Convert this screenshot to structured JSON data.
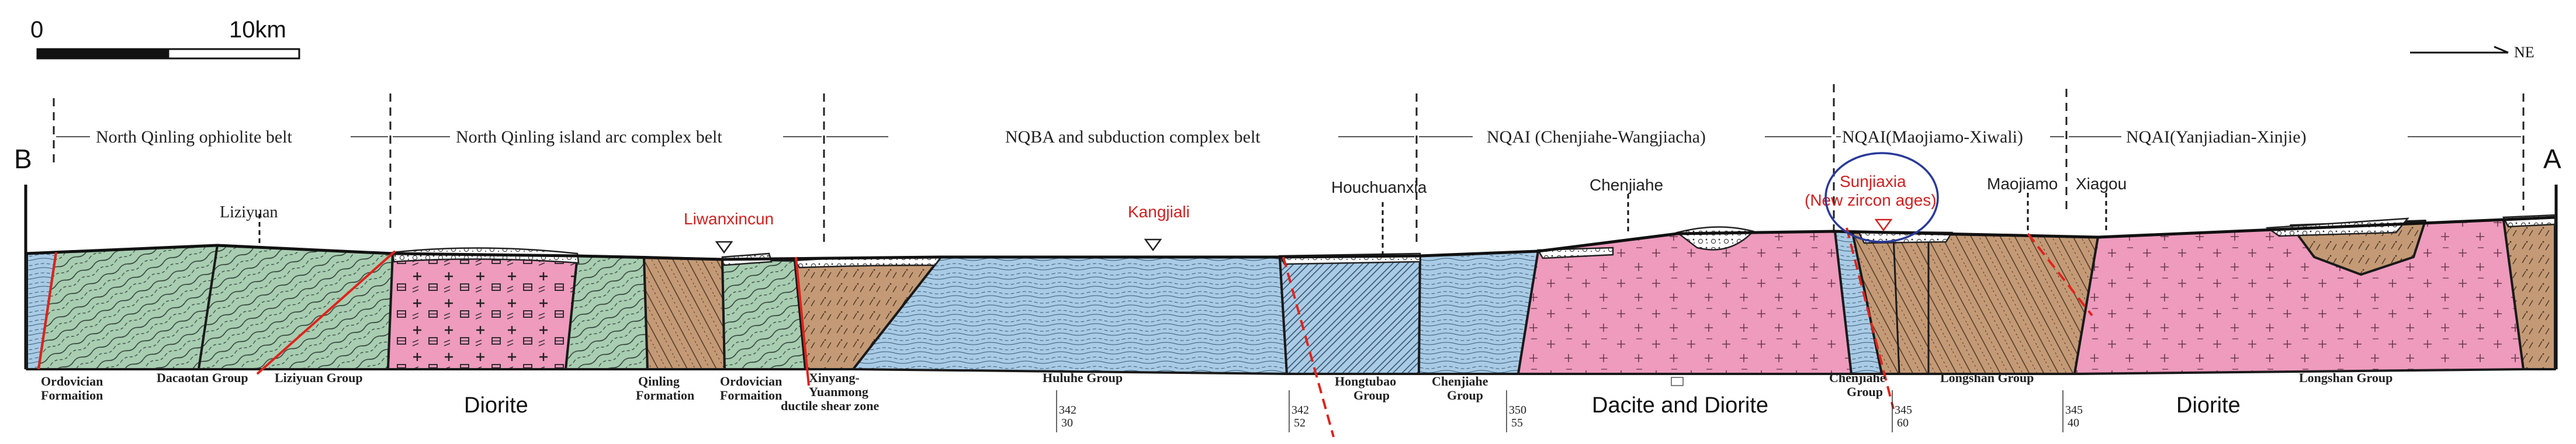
{
  "scale_bar": {
    "start": "0",
    "end": "10km"
  },
  "direction": {
    "label": "NE"
  },
  "ends": {
    "left": "B",
    "right": "A"
  },
  "belts": [
    "North Qinling ophiolite belt",
    "North Qinling island arc complex belt",
    "NQBA and subduction complex belt",
    "NQAI (Chenjiahe-Wangjiacha)",
    "NQAI(Maojiamo-Xiwali)",
    "NQAI(Yanjiadian-Xinjie)"
  ],
  "places": {
    "liziyuan": "Liziyuan",
    "liwanxincun": "Liwanxincun",
    "kangjiali": "Kangjiali",
    "houchuanxia": "Houchuanxia",
    "chenjiahe": "Chenjiahe",
    "sunjiaxia": "Sunjiaxia",
    "sunjiaxia_note": "(New zircon ages)",
    "maojiamo": "Maojiamo",
    "xiagou": "Xiagou"
  },
  "units": {
    "ordovician_left_1": "Ordovician",
    "ordovician_left_2": "Formaition",
    "dacaotan": "Dacaotan Group",
    "liziyuan_group": "Liziyuan Group",
    "qinling_1": "Qinling",
    "qinling_2": "Formation",
    "ordovician_mid_1": "Ordovician",
    "ordovician_mid_2": "Formaition",
    "xinyang_1": "Xinyang-",
    "xinyang_2": "Yuanmong",
    "xinyang_3": "ductile shear zone",
    "huluhe": "Huluhe Group",
    "hongtubao_1": "Hongtubao",
    "hongtubao_2": "Group",
    "chenjiahe_group_1a": "Chenjiahe",
    "chenjiahe_group_1b": "Group",
    "chenjiahe_group_2a": "Chenjiahe",
    "chenjiahe_group_2b": "Group",
    "longshan_1": "Longshan Group",
    "longshan_2": "Longshan Group"
  },
  "rock_labels": {
    "diorite_left": "Diorite",
    "dacite_diorite": "Dacite and Diorite",
    "diorite_right": "Diorite"
  },
  "attitudes": [
    {
      "strike": "342",
      "dip": "30"
    },
    {
      "strike": "342",
      "dip": "52"
    },
    {
      "strike": "350",
      "dip": "55"
    },
    {
      "strike": "345",
      "dip": "60"
    },
    {
      "strike": "345",
      "dip": "40"
    }
  ],
  "colors": {
    "green_volcanic": "#a8cdb1",
    "pink_intrusive": "#ee9bbd",
    "brown_sediment": "#c49a76",
    "blue_schist": "#a9cbe5",
    "fault_red": "#e0231c",
    "label_red": "#d42020",
    "circle_blue": "#2a3a9a",
    "line_black": "#222222"
  }
}
